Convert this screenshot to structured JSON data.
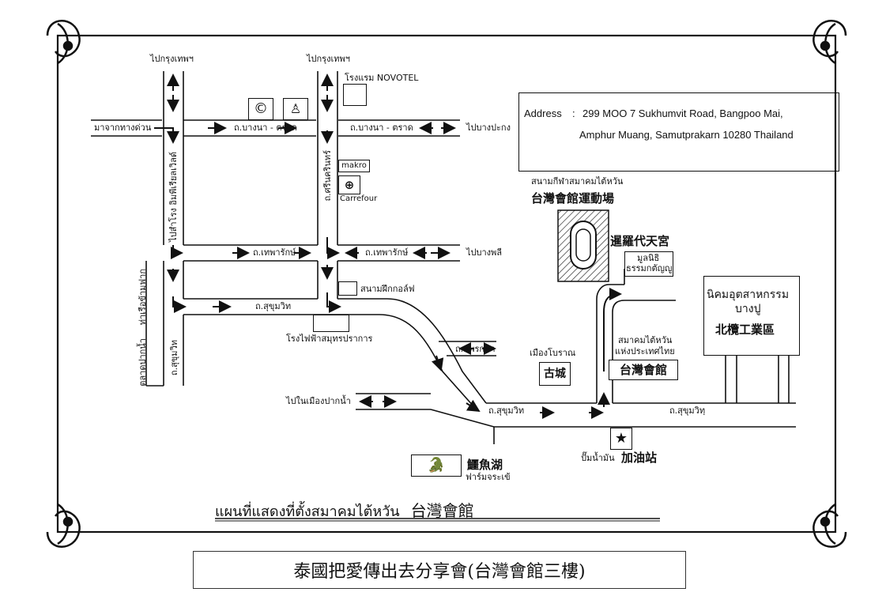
{
  "address": {
    "label": "Address",
    "separator": ":",
    "line1": "299 MOO 7 Sukhumvit Road, Bangpoo Mai,",
    "line2": "Amphur Muang, Samutprakarn 10280  Thailand"
  },
  "labels": {
    "to_bangkok_left": "ไปกรุงเทพฯ",
    "to_bangkok_right": "ไปกรุงเทพฯ",
    "novotel": "โรงแรม NOVOTEL",
    "from_highway": "มาจากทางด่วน",
    "bangna_trad_1": "ถ.บางนา - ตราด",
    "bangna_trad_2": "ถ.บางนา - ตราด",
    "to_bangpakong": "ไปบางปะกง",
    "makro": "makro",
    "carrefour": "Carrefour",
    "srinakarin": "ถ.ศรีนครินทร์",
    "to_samrong": "ไปสำโรง อิมพีเรียลเวิลด์",
    "theparak_1": "ถ.เทพารักษ์",
    "theparak_2": "ถ.เทพารักษ์",
    "to_bangplee": "ไปบางพลี",
    "pier": "ท่าเรือข้ามฟาก",
    "golf": "สนามฝึกกอล์ฟ",
    "sukhumvit_1": "ถ.สุขุมวิท",
    "power_plant": "โรงไฟฟ้าสมุทรปราการ",
    "paknam_market": "ตลาดปากน้ำ",
    "sukhumvit_vert": "ถ.สุขุมวิท",
    "praeksa": "ถ.แพรกษา",
    "to_paknam_city": "ไปในเมืองปากน้ำ",
    "sukhumvit_2": "ถ.สุขุมวิท",
    "sukhumvit_3": "ถ.สุขุมวิทฺ",
    "ancient_city_th": "เมืองโบราณ",
    "ancient_city_cn": "古城",
    "stadium_th": "สนามกีฬาสมาคมไต้หวัน",
    "stadium_cn": "台灣會館運動場",
    "temple_cn": "暹羅代天宮",
    "foundation_1": "มูลนิธิ",
    "foundation_2": "ธรรมกตัญญู",
    "association_th_1": "สมาคมไต้หวัน",
    "association_th_2": "แห่งประเทศไทย",
    "association_cn": "台灣會館",
    "industrial_th_1": "นิคมอุตสาหกรรม",
    "industrial_th_2": "บางปู",
    "industrial_cn": "北欖工業區",
    "croc_cn": "鱷魚湖",
    "croc_th": "ฟาร์มจระเข้",
    "gas_th": "ปั๊มน้ำมัน",
    "gas_cn": "加油站"
  },
  "map_title": {
    "thai": "แผนที่แสดงที่ตั้งสมาคมไต้หวัน",
    "chinese": "台灣會館"
  },
  "caption": "泰國把愛傳出去分享會(台灣會館三樓)",
  "colors": {
    "ink": "#111111",
    "paper": "#ffffff",
    "hatch": "#555555"
  }
}
